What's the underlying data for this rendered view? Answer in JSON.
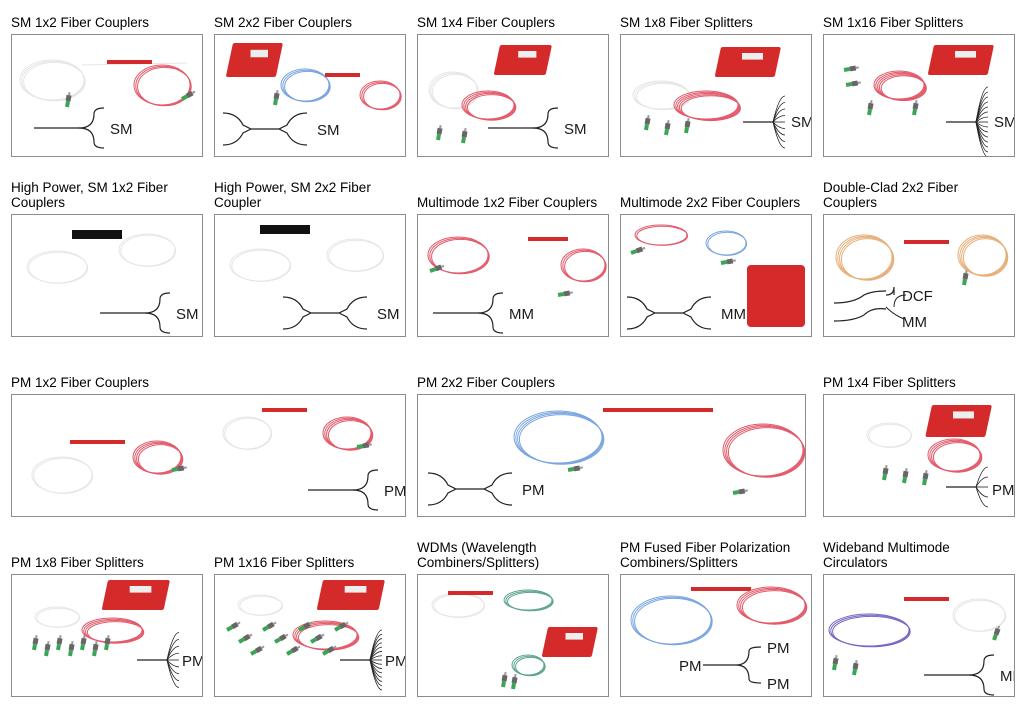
{
  "tiles": [
    {
      "title": "SM 1x2 Fiber Couplers",
      "port_label": "SM",
      "colors": {
        "fiber": "#d9d9d9",
        "jacket": "#e05a6b",
        "connector": "#2e9a4a"
      }
    },
    {
      "title": "SM 2x2 Fiber Couplers",
      "port_label": "SM"
    },
    {
      "title": "SM 1x4 Fiber Couplers",
      "port_label": "SM"
    },
    {
      "title": "SM 1x8 Fiber Splitters",
      "port_label": "SM"
    },
    {
      "title": "SM 1x16 Fiber Splitters",
      "port_label": "SM"
    },
    {
      "title": "High Power, SM 1x2 Fiber Couplers",
      "port_label": "SM"
    },
    {
      "title": "High Power, SM 2x2 Fiber Coupler",
      "port_label": "SM"
    },
    {
      "title": "Multimode 1x2 Fiber Couplers",
      "port_label": "MM"
    },
    {
      "title": "Multimode 2x2 Fiber Couplers",
      "port_label": "MM"
    },
    {
      "title": "Double-Clad 2x2 Fiber Couplers",
      "port_label_top": "DCF",
      "port_label_bottom": "MM"
    },
    {
      "title": "PM 1x2 Fiber Couplers",
      "port_label": "PM"
    },
    {
      "title": "PM 2x2 Fiber Couplers",
      "port_label": "PM"
    },
    {
      "title": "PM 1x4 Fiber Splitters",
      "port_label": "PM"
    },
    {
      "title": "PM 1x8 Fiber Splitters",
      "port_label": "PM"
    },
    {
      "title": "PM 1x16 Fiber Splitters",
      "port_label": "PM"
    },
    {
      "title": "WDMs (Wavelength Combiners/Splitters)"
    },
    {
      "title": "PM Fused Fiber Polarization Combiners/Splitters",
      "port_label_in": "PM",
      "port_label_top": "PM",
      "port_label_bottom": "PM"
    },
    {
      "title": "Wideband Multimode Circulators",
      "port_label": "MM"
    }
  ],
  "colors": {
    "border": "#8c8c8c",
    "red_module": "#d42a2a",
    "fiber_white": "#e6e6e6",
    "fiber_red": "#e35a6a",
    "fiber_blue": "#7aa5e0",
    "fiber_orange": "#e7b07a",
    "connector_green": "#3aa655",
    "diagram_line": "#222222"
  }
}
